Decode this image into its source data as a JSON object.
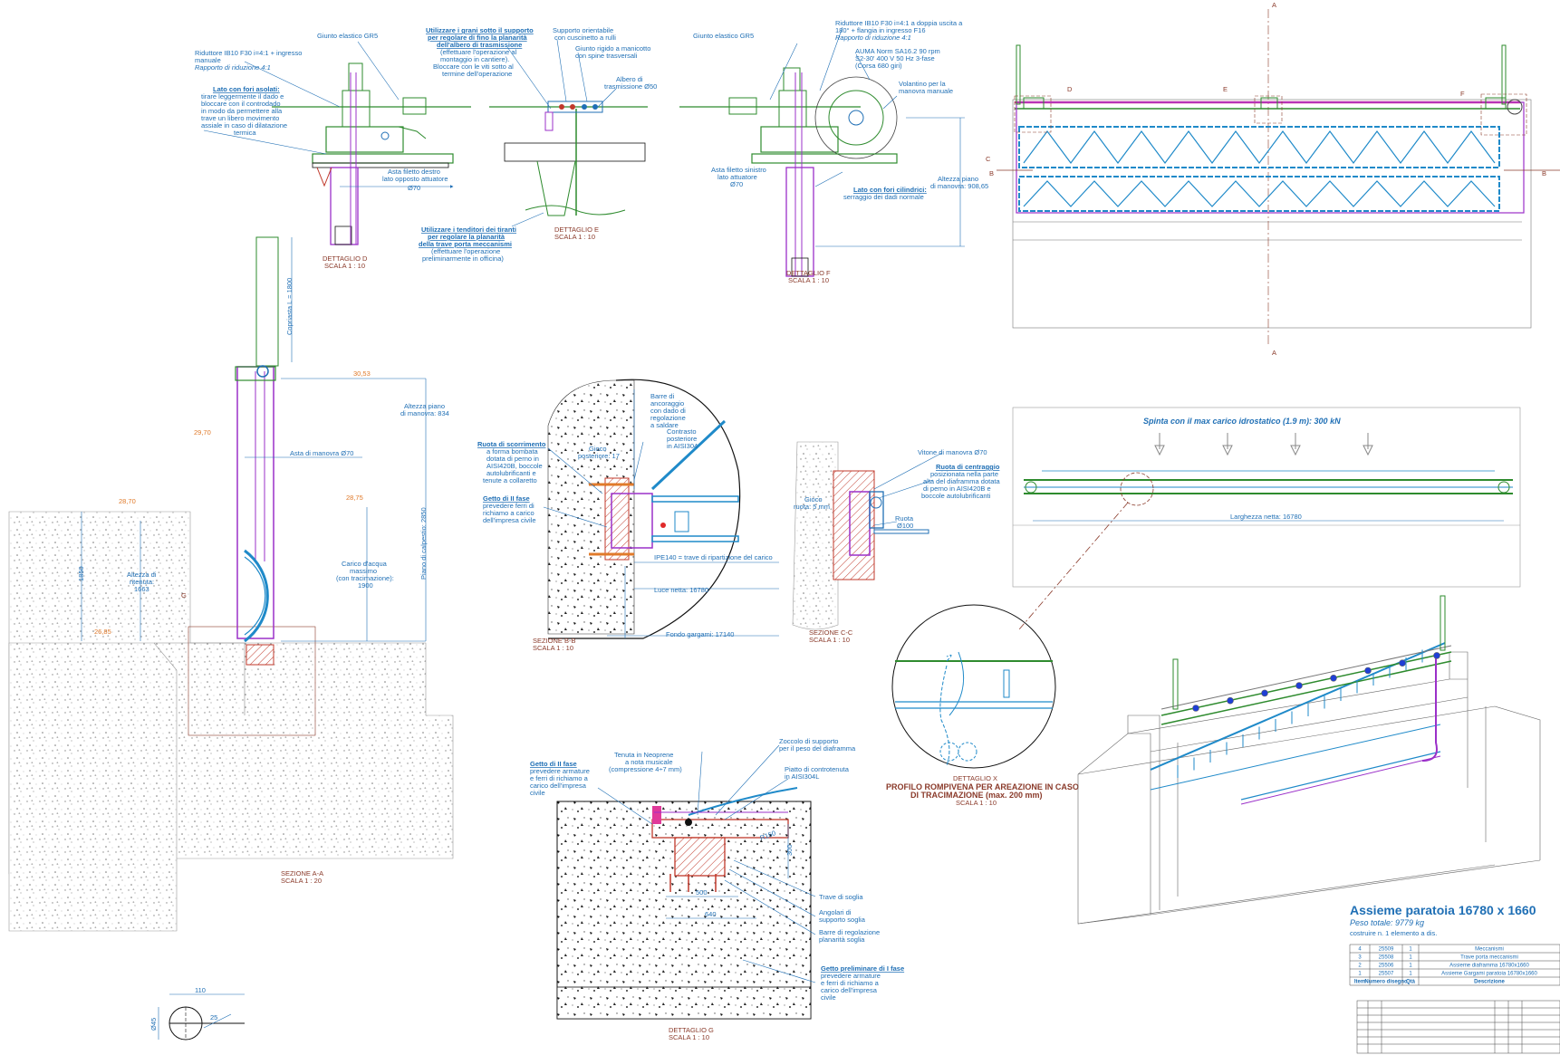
{
  "detail_d": {
    "l1": "Giunto elastico GR5",
    "l2": "Riduttore IB10 F30 i=4:1 + ingresso",
    "l3": "manuale",
    "l4": "Rapporto di riduzione 4:1",
    "l5": "Lato con fori asolati:",
    "l6": "tirare leggermente il dado e",
    "l7": "bloccare con il controdado",
    "l8": "in modo da permettere alla",
    "l9": "trave un libero movimento",
    "l10": "assiale in caso di dilatazione",
    "l11": "termica",
    "l12": "Asta filetto destro",
    "l13": "lato opposto attuatore",
    "l14": "Ø70",
    "t1": "DETTAGLIO D",
    "t2": "SCALA 1 : 10"
  },
  "detail_e": {
    "l1": "Utilizzare i grani sotto il supporto",
    "l2": "per regolare di fino la planarità",
    "l3": "dell'albero di trasmissione",
    "l4": "(effettuare l'operazione al",
    "l5": "montaggio in cantiere).",
    "l6": "Bloccare con le viti sotto al",
    "l7": "termine dell'operazione",
    "l8": "Supporto orientabile",
    "l9": "con cuscinetto a rulli",
    "l10": "Giunto rigido a manicotto",
    "l11": "con spine trasversali",
    "l12": "Albero di",
    "l13": "trasmissione Ø50",
    "l14": "Utilizzare i tenditori dei tiranti",
    "l15": "per regolare la planarità",
    "l16": "della trave porta meccanismi",
    "l17": "(effettuare l'operazione",
    "l18": "preliminarmente in officina)",
    "t1": "DETTAGLIO E",
    "t2": "SCALA 1 : 10"
  },
  "detail_f": {
    "l1": "Giunto elastico GR5",
    "l2": "Riduttore IB10 F30 i=4:1 a doppia uscita a",
    "l3": "180° + flangia in ingresso F16",
    "l4": "Rapporto di riduzione 4:1",
    "l5": "AUMA Norm SA16.2 90 rpm",
    "l6": "S2-30' 400 V 50 Hz 3-fase",
    "l7": "(Corsa 680 giri)",
    "l8": "Volantino per la",
    "l9": "manovra manuale",
    "l10": "Asta filetto sinistro",
    "l11": "lato attuatore",
    "l12": "Ø70",
    "l13": "Lato con fori cilindrici:",
    "l14": "serraggio dei dadi normale",
    "l15": "Altezza piano",
    "l16": "di manovra: 908,65",
    "t1": "DETTAGLIO F",
    "t2": "SCALA 1 : 10"
  },
  "front_view": {
    "a_top": "A",
    "a_bottom": "A",
    "d": "D",
    "e": "E",
    "f": "F",
    "b_left": "B",
    "b_right": "B",
    "c": "C"
  },
  "section_aa": {
    "cop": "Copriasta L = 1800",
    "e1": "30,53",
    "e2": "29,70",
    "e3": "28,70",
    "e4": "28,75",
    "e5": "26,85",
    "l1": "Altezza piano",
    "l2": "di manovra: 834",
    "l3": "Asta di manovra Ø70",
    "l4": "Altezza di",
    "l5": "ritenuta:",
    "l6": "1663",
    "l7": "Carico d'acqua",
    "l8": "massimo",
    "l9": "(con tracimazione):",
    "l10": "1900",
    "l11": "Piano di calpestio: 2850",
    "d1850": "1850",
    "g": "G",
    "t1": "SEZIONE A-A",
    "t2": "SCALA 1 : 20"
  },
  "section_bb": {
    "l1": "Barre di",
    "l2": "ancoraggio",
    "l3": "con dado di",
    "l4": "regolazione",
    "l5": "a saldare",
    "l6": "Contrasto",
    "l7": "posteriore",
    "l8": "in AISI304",
    "l9": "Gioco",
    "l10": "posteriore: 17",
    "l11": "Ruota di scorrimento",
    "l12": "a forma bombata",
    "l13": "dotata di perno in",
    "l14": "AISI420B, boccole",
    "l15": "autolubrificanti e",
    "l16": "tenute a collaretto",
    "l17": "Getto di II fase",
    "l18": "prevedere ferri di",
    "l19": "richiamo a carico",
    "l20": "dell'impresa civile",
    "l21": "IPE140 = trave di ripartizione del carico",
    "l22": "Luce netta: 16780",
    "l23": "Fondo gargami: 17140",
    "t1": "SEZIONE B-B",
    "t2": "SCALA 1 : 10"
  },
  "section_cc": {
    "l1": "Vitone di manovra Ø70",
    "l2": "Ruota di centraggio",
    "l3": "posizionata nella parte",
    "l4": "alta del diaframma dotata",
    "l5": "di perno in AISI420B e",
    "l6": "boccole autolubrificanti",
    "l7": "Gioco",
    "l8": "ruota: 5 mm",
    "l9": "Ruota",
    "l10": "Ø100",
    "t1": "SEZIONE C-C",
    "t2": "SCALA 1 : 10"
  },
  "plan_view": {
    "title": "Spinta con il max carico idrostatico (1.9 m):  300 kN",
    "width": "Larghezza netta: 16780"
  },
  "detail_x": {
    "t1": "DETTAGLIO X",
    "t2": "PROFILO ROMPIVENA PER AREAZIONE IN CASO",
    "t3": "DI TRACIMAZIONE (max. 200 mm)",
    "t4": "SCALA 1 : 10"
  },
  "detail_g": {
    "l1": "Tenuta in Neoprene",
    "l2": "a nota musicale",
    "l3": "(compressione 4÷7 mm)",
    "l4": "Zoccolo di supporto",
    "l5": "per il peso del diaframma",
    "l6": "Piatto di controtenuta",
    "l7": "in AISI304L",
    "l8": "Getto di II fase",
    "l9": "prevedere armature",
    "l10": "e ferri di richiamo a",
    "l11": "carico dell'impresa",
    "l12": "civile",
    "l13": "Trave di soglia",
    "l14": "Angolari di",
    "l15": "supporto soglia",
    "l16": "Barre di regolazione",
    "l17": "planarità soglia",
    "l18": "Getto preliminare di I fase",
    "l19": "prevedere armature",
    "l20": "e ferri di richiamo a",
    "l21": "carico dell'impresa",
    "l22": "civile",
    "r150": "R150",
    "d300": "300",
    "d500": "500",
    "d640": "640",
    "t1": "DETTAGLIO G",
    "t2": "SCALA 1 : 10"
  },
  "small_detail": {
    "d110": "110",
    "d45": "Ø45",
    "d25": "25"
  },
  "assembly": {
    "title": "Assieme paratoia 16780 x 1660",
    "weight": "Peso totale: 9779 kg",
    "note": "costruire n. 1 elemento a dis."
  },
  "bom": {
    "headers": [
      "Item",
      "Numero disegno",
      "Qtà",
      "Descrizione"
    ],
    "rows": [
      [
        "4",
        "25509",
        "1",
        "Meccanismi"
      ],
      [
        "3",
        "25508",
        "1",
        "Trave porta meccanismi"
      ],
      [
        "2",
        "25506",
        "1",
        "Assieme diaframma 16780x1660"
      ],
      [
        "1",
        "25507",
        "1",
        "Assieme Gargami paratoia 16780x1660"
      ]
    ]
  }
}
